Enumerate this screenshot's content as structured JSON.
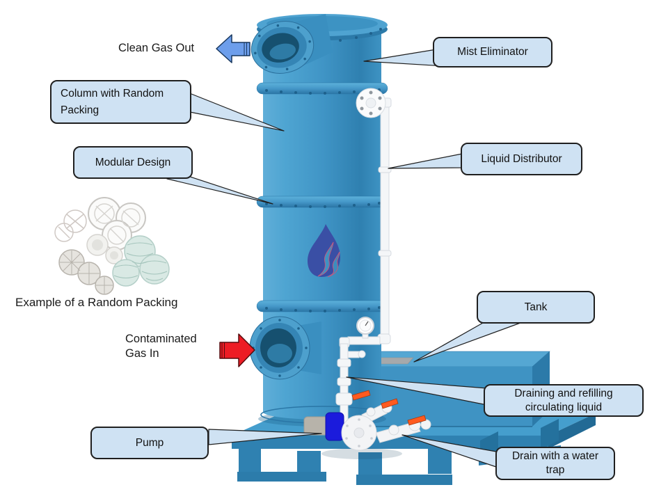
{
  "callouts": {
    "mist_eliminator": "Mist Eliminator",
    "column_packing": "Column with Random Packing",
    "modular_design": "Modular Design",
    "liquid_distributor": "Liquid Distributor",
    "tank": "Tank",
    "draining_refilling": "Draining and refilling circulating liquid",
    "pump": "Pump",
    "drain_water_trap": "Drain with a water trap"
  },
  "annotations": {
    "clean_gas_out": "Clean Gas Out",
    "contaminated_gas_in": "Contaminated Gas In",
    "packing_caption": "Example of a Random Packing"
  },
  "icons": {
    "clean_gas_flow": "left-block-arrow",
    "contaminated_gas_flow": "right-block-arrow",
    "logo": "flame-logo"
  },
  "colors": {
    "callout_fill": "#cfe2f3",
    "callout_border": "#1f1f1f",
    "column_blue": "#4095c6",
    "tank_blue": "#3f93c3",
    "pallet_blue": "#2f81b1",
    "clean_gas_arrow": "#6d9eeb",
    "contaminated_gas_arrow": "#ed1c24",
    "pipe_white": "#f4f6f8",
    "valve_handle_orange": "#ff5a1f",
    "pump_coupling_blue": "#1b1bdc",
    "logo_flame_indigo": "#3a4fa5",
    "logo_flame_accent": "#c05b80"
  }
}
